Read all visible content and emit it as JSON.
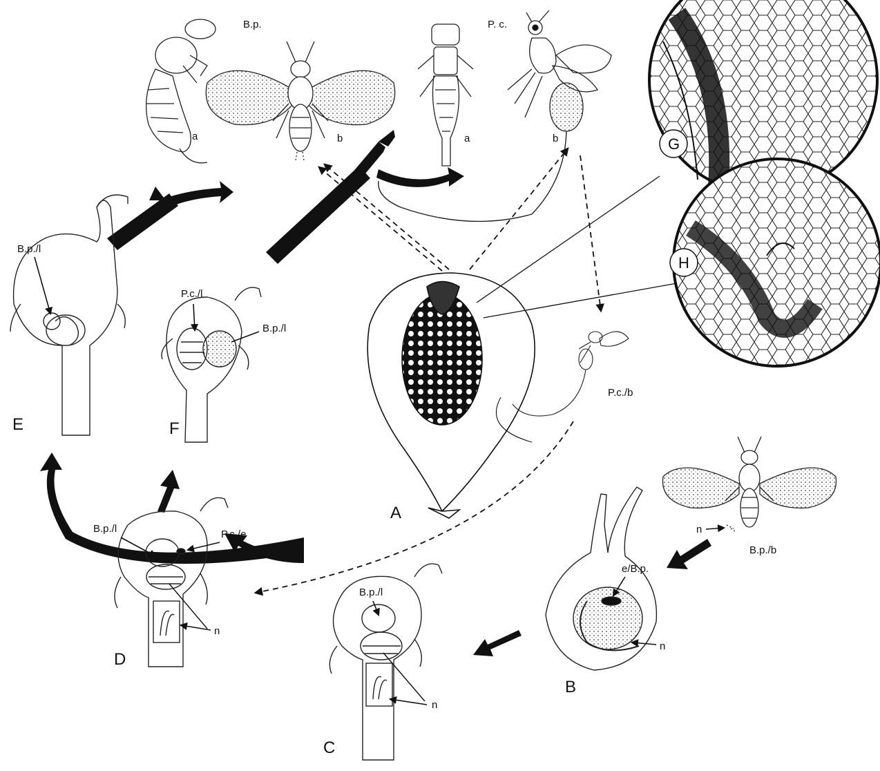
{
  "panels": {
    "A": "A",
    "B": "B",
    "C": "C",
    "D": "D",
    "E": "E",
    "F": "F",
    "G": "G",
    "H": "H"
  },
  "labels": {
    "bp_top": "B.p.",
    "pc_top": "P. c.",
    "bp_a": "a",
    "bp_b": "b",
    "pc_a": "a",
    "pc_b": "b",
    "e_bpl": "B.p./l",
    "f_pcl": "P.c./l",
    "f_bpl": "B.p./l",
    "pcb": "P.c./b",
    "d_bpl": "B.p./l",
    "d_pce": "P.c./e",
    "d_n": "n",
    "c_bpl": "B.p./l",
    "c_n": "n",
    "b_ebp": "e/B.p.",
    "b_n": "n",
    "bpb_n": "n",
    "bpb": "B.p./b"
  }
}
